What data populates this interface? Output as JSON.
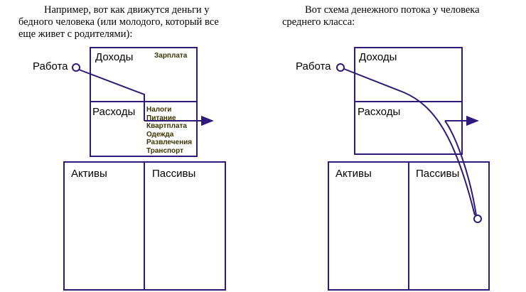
{
  "left": {
    "caption_line1": "Например, вот как движутся деньги у",
    "caption_line2": "бедного человека (или молодого, который все",
    "caption_line3": "еще живет с родителями):",
    "work_label": "Работа",
    "income_label": "Доходы",
    "salary_label": "Зарплата",
    "expenses_label": "Расходы",
    "expense_items": [
      "Налоги",
      "Питание",
      "Квартплата",
      "Одежда",
      "Развлечения",
      "Транспорт"
    ],
    "assets_label": "Активы",
    "liabilities_label": "Пассивы"
  },
  "right": {
    "caption_line1": "Вот схема денежного потока у человека",
    "caption_line2": "среднего класса:",
    "work_label": "Работа",
    "income_label": "Доходы",
    "expenses_label": "Расходы",
    "assets_label": "Активы",
    "liabilities_label": "Пассивы"
  },
  "colors": {
    "line": "#2e1a7a",
    "text": "#000000",
    "small_text": "#3d3300"
  }
}
